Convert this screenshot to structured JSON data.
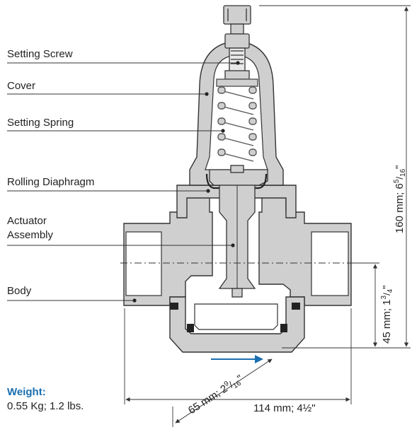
{
  "labels": {
    "setting_screw": "Setting Screw",
    "cover": "Cover",
    "setting_spring": "Setting Spring",
    "rolling_diaphragm": "Rolling Diaphragm",
    "actuator_line1": "Actuator",
    "actuator_line2": "Assembly",
    "body": "Body"
  },
  "dimensions": {
    "height_total": "160 mm; 6",
    "height_total_frac_num": "5",
    "height_total_frac_den": "16",
    "height_total_tail": "\"",
    "height_port": "45 mm; 1",
    "height_port_frac_num": "3",
    "height_port_frac_den": "4",
    "height_port_tail": "\"",
    "depth": "65 mm; 2",
    "depth_frac_num": "9",
    "depth_frac_den": "16",
    "depth_tail": "\"",
    "width": "114 mm; 4½\""
  },
  "weight": {
    "title": "Weight:",
    "value": "0.55 Kg; 1.2 lbs."
  },
  "colors": {
    "body_fill": "#cfcfcf",
    "outline": "#333333",
    "spring": "#555555",
    "flow_arrow": "#1a6fb0",
    "seal": "#222222"
  },
  "icons": {
    "flow_direction": "flow-arrow-icon"
  }
}
